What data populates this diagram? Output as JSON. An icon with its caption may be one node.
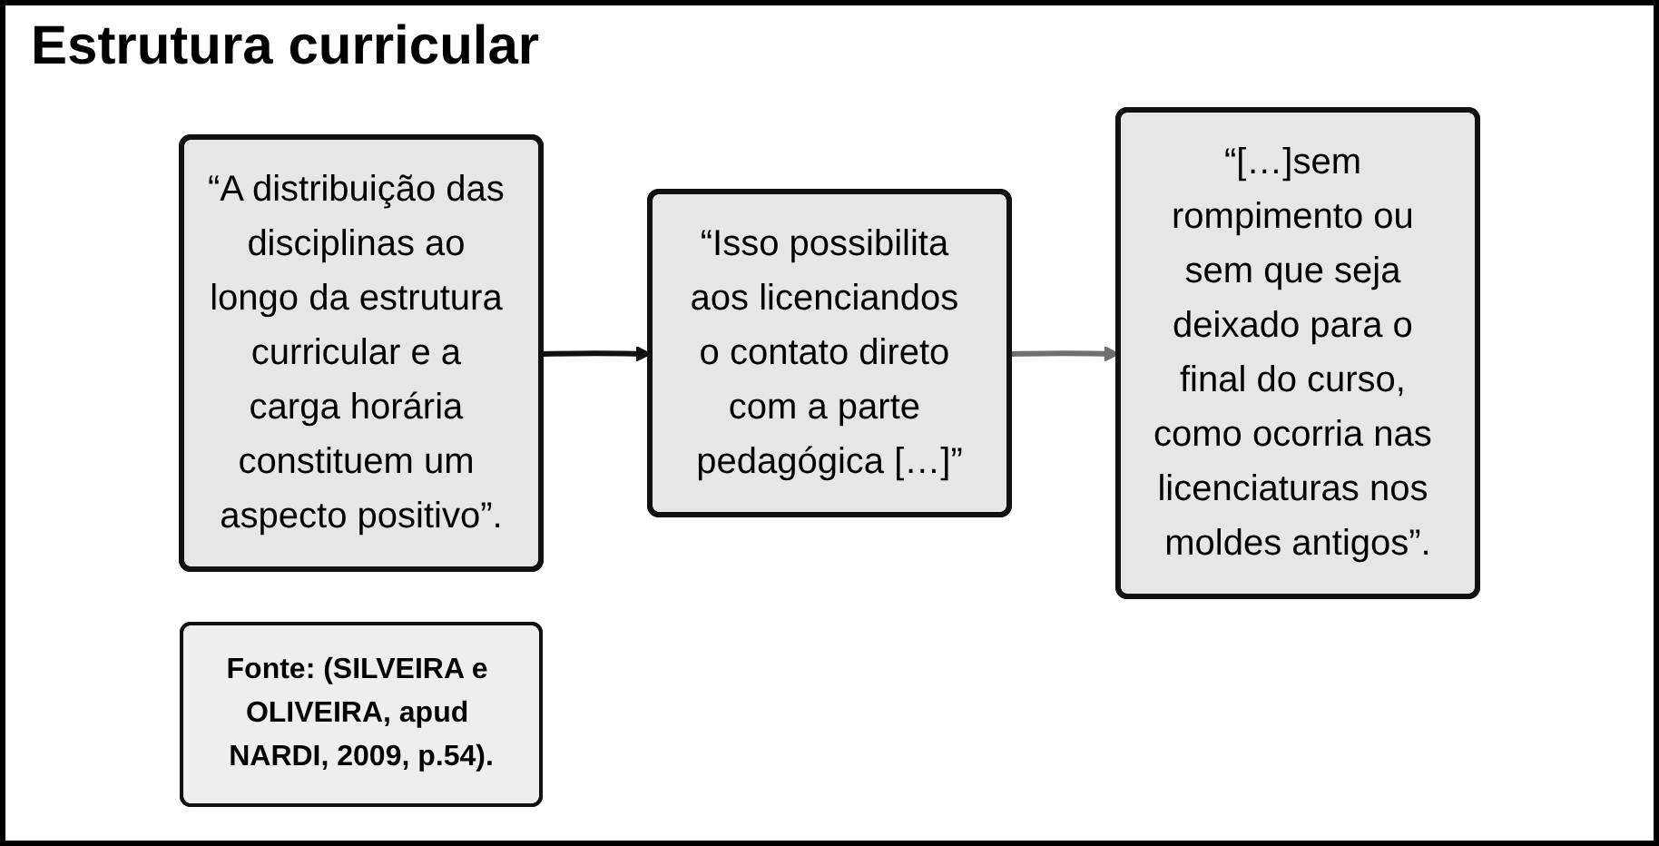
{
  "diagram": {
    "title": "Estrutura curricular",
    "nodes": [
      {
        "text": [
          "“A distribuição das disciplinas ao longo da estrutura curricular e a carga horária constituem um aspecto positivo”."
        ]
      },
      {
        "text": [
          "“Isso possibilita aos licenciandos o contato direto com a parte pedagógica […]”"
        ]
      },
      {
        "text": [
          "“[…]sem rompimento ou sem que seja deixado para o final do curso, como ocorria nas licenciaturas nos moldes antigos”."
        ]
      },
      {
        "text": [
          "Fonte: (SILVEIRA e OLIVEIRA, apud NARDI, 2009, p.54)."
        ]
      }
    ],
    "edges": [
      {
        "from": 0,
        "to": 1,
        "arrow": "to",
        "color": "#111111"
      },
      {
        "from": 1,
        "to": 2,
        "arrow": "to",
        "color": "#707070"
      }
    ]
  }
}
